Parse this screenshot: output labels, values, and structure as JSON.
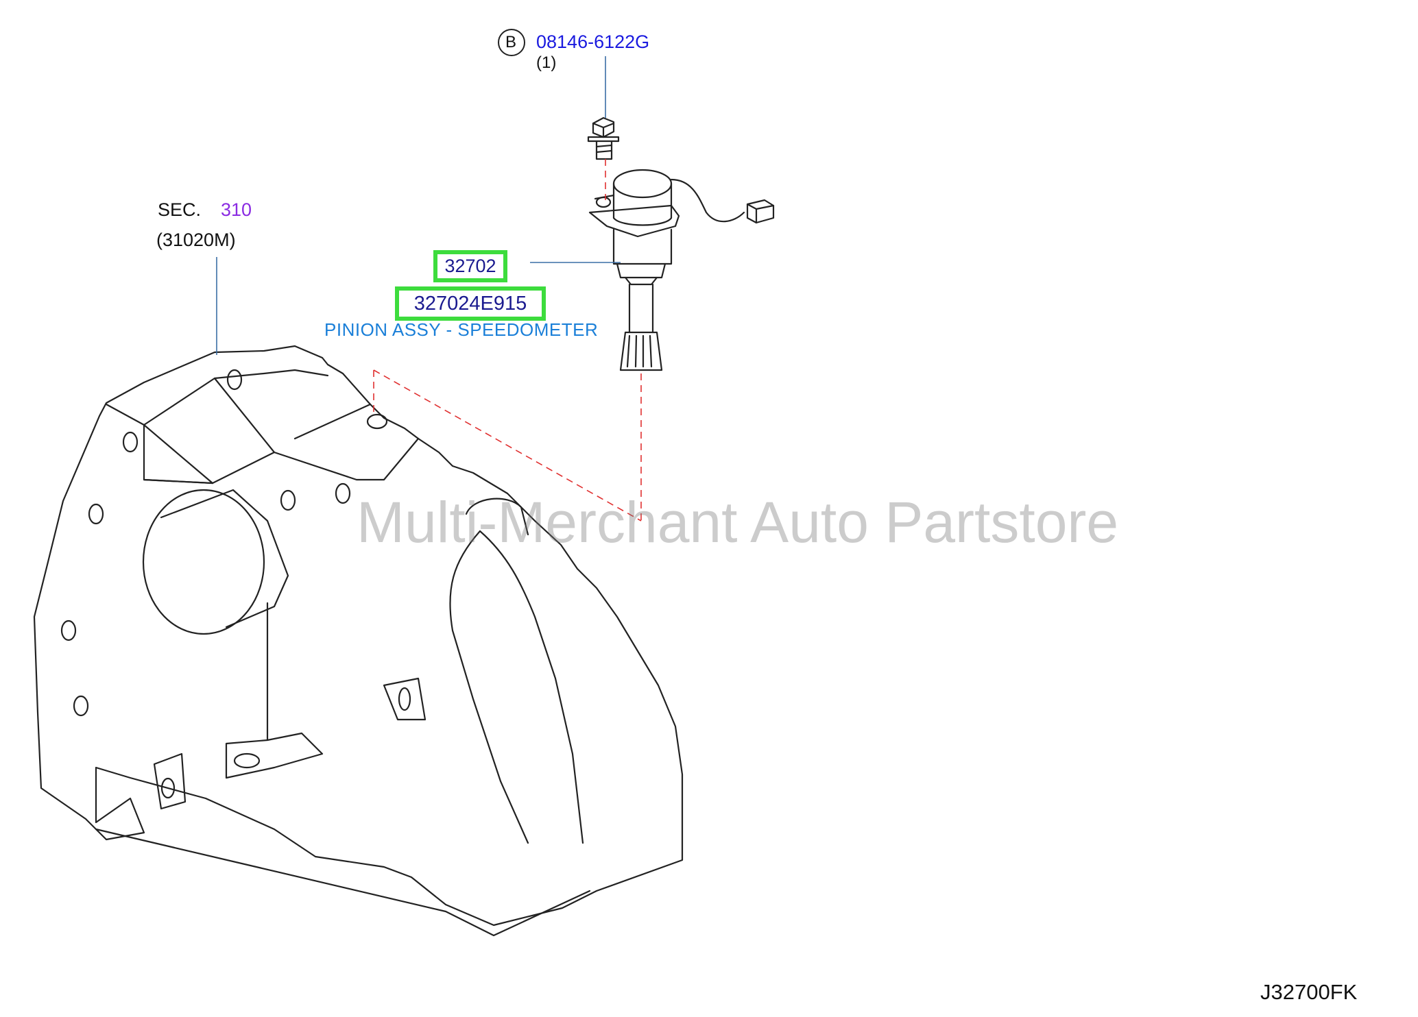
{
  "callout_bolt": {
    "circle_letter": "B",
    "part_number": "08146-6122G",
    "quantity": "(1)"
  },
  "callout_section": {
    "prefix": "SEC.",
    "number": "310",
    "code": "(31020M)"
  },
  "callout_pinion": {
    "ref_number": "32702",
    "part_number": "327024E915",
    "description": "PINION ASSY - SPEEDOMETER"
  },
  "watermark": "Multi-Merchant Auto Partstore",
  "diagram_id": "J32700FK",
  "colors": {
    "highlight_box": "#3ddc3d",
    "part_link_blue": "#1a1adf",
    "description_blue": "#1a7fd8",
    "section_purple": "#8a2be2",
    "leader_line": "#3a6ea5",
    "dashed_guide": "#e03030"
  }
}
